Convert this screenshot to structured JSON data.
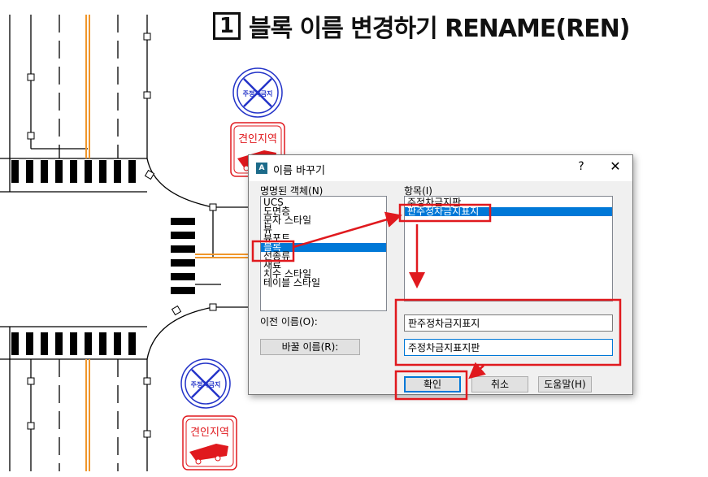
{
  "page": {
    "title_number": "1",
    "title": "블록 이름 변경하기 RENAME(REN)"
  },
  "signs": {
    "no_parking": "주정차금지",
    "tow_zone": "견인지역"
  },
  "dialog": {
    "title": "이름 바꾸기",
    "help_glyph": "?",
    "close_glyph": "✕",
    "named_objects_label": "명명된 객체(N)",
    "named_objects": [
      "UCS",
      "도면층",
      "문자 스타일",
      "뷰",
      "뷰포트",
      "블록",
      "선종류",
      "재료",
      "치수 스타일",
      "테이블 스타일"
    ],
    "named_objects_selected": "블록",
    "items_label": "항목(I)",
    "items": [
      "주정차금지판",
      "판주정차금지표지"
    ],
    "items_selected": "판주정차금지표지",
    "old_name_label": "이전 이름(O):",
    "old_name_value": "판주정차금지표지",
    "rename_to_button": "바꿀 이름(R):",
    "new_name_value": "주정차금지표지판",
    "ok_button": "확인",
    "cancel_button": "취소",
    "help_button": "도움말(H)"
  },
  "colors": {
    "highlight_red": "#e0191e",
    "selection_blue": "#0078d7",
    "lane_orange": "#f0962b",
    "sign_blue": "#2333c8",
    "sign_red": "#e0191e"
  }
}
